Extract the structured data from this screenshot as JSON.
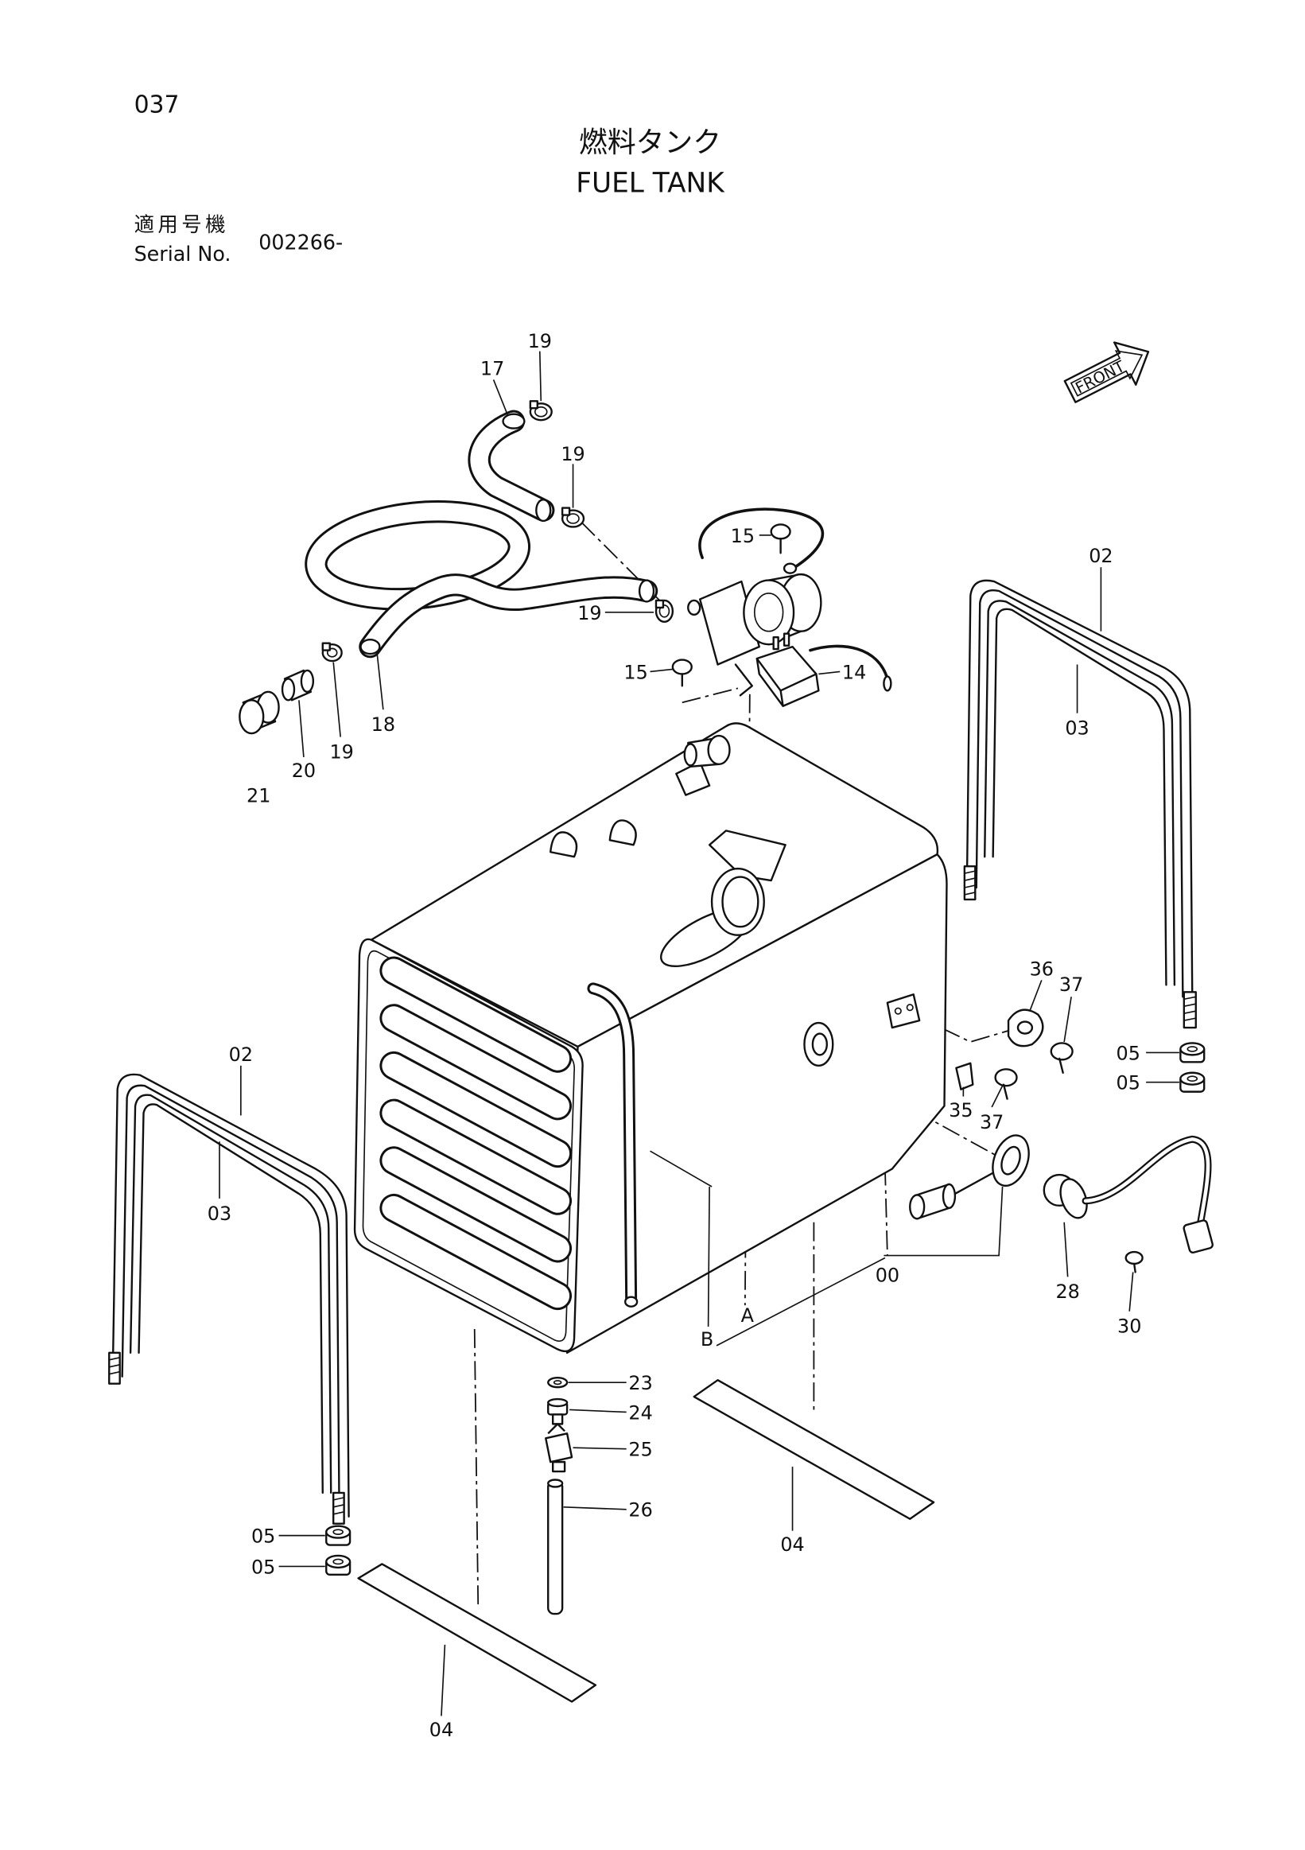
{
  "page_number": "037",
  "title_jp": "燃料タンク",
  "title_en": "FUEL TANK",
  "serial": {
    "label_jp": "適用号機",
    "label_en": "Serial No.",
    "value": "002266-"
  },
  "front_label": "FRONT",
  "callouts": [
    "19",
    "17",
    "19",
    "15",
    "02",
    "19",
    "15",
    "14",
    "18",
    "03",
    "19",
    "20",
    "21",
    "36",
    "37",
    "05",
    "05",
    "02",
    "35",
    "37",
    "03",
    "00",
    "28",
    "30",
    "23",
    "24",
    "25",
    "26",
    "05",
    "05",
    "04",
    "04"
  ],
  "section_marks": [
    "A",
    "B"
  ]
}
